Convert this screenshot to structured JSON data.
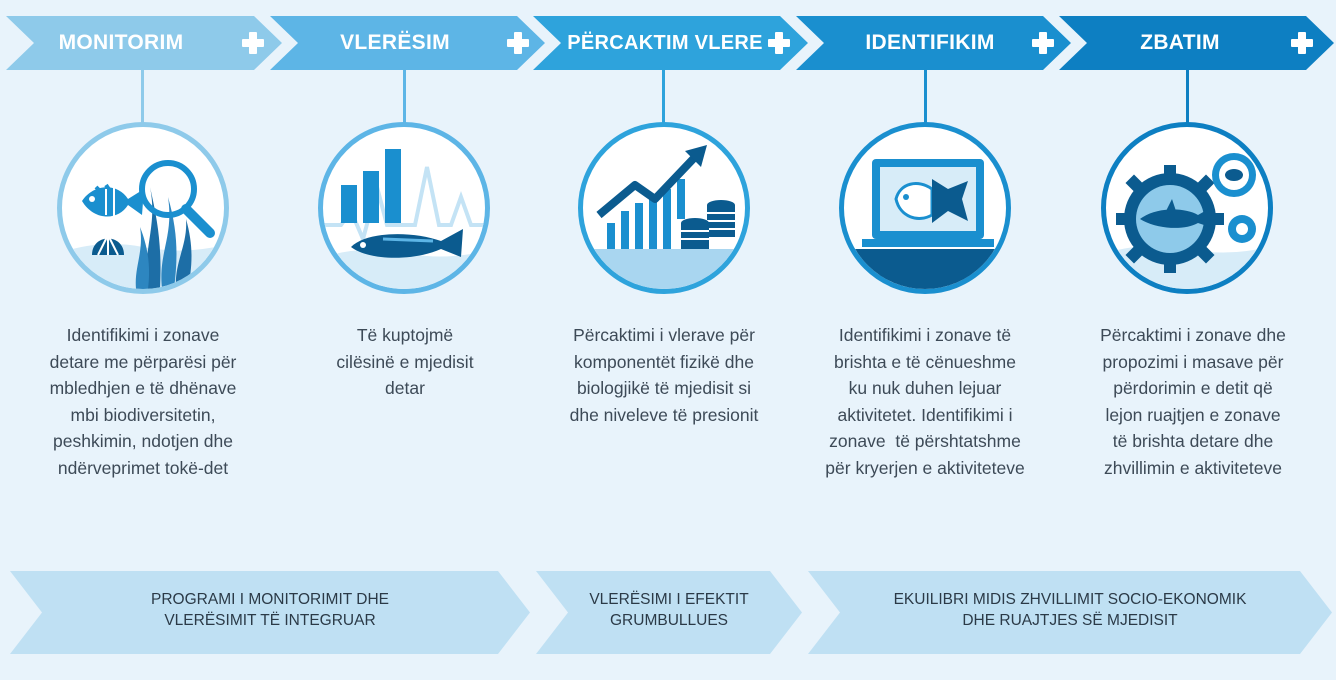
{
  "colors": {
    "background": "#e8f3fb",
    "step_1": "#8ecaea",
    "step_2": "#5db5e6",
    "step_3": "#2ea3dc",
    "step_4": "#1a8fcf",
    "step_5": "#0d7fc2",
    "icon_dark": "#0b5b8f",
    "band": "#bfe0f3"
  },
  "steps": [
    {
      "title": "MONITORIM",
      "icon": "fish-magnifier-icon",
      "description": [
        "Identifikimi i zonave",
        "detare me përparësi për",
        "mbledhjen e të dhënave",
        "mbi biodiversitetin,",
        "peshkimin, ndotjen dhe",
        "ndërveprimet tokë-det"
      ]
    },
    {
      "title": "VLERËSIM",
      "icon": "fish-chart-icon",
      "description": [
        "Të kuptojmë",
        "cilësinë e mjedisit",
        "detar"
      ]
    },
    {
      "title": "PËRCAKTIM VLERE",
      "icon": "growth-chart-coins-icon",
      "description": [
        "Përcaktimi i vlerave për",
        "komponentët fizikë dhe",
        "biologjikë të mjedisit si",
        "dhe niveleve të presionit"
      ]
    },
    {
      "title": "IDENTIFIKIM",
      "icon": "laptop-fish-icon",
      "description": [
        "Identifikimi i zonave të",
        "brishta e të cënueshme",
        "ku nuk duhen lejuar",
        "aktivitetet. Identifikimi i",
        "zonave  të përshtatshme",
        "për kryerjen e aktiviteteve"
      ]
    },
    {
      "title": "ZBATIM",
      "icon": "gears-shark-turtle-icon",
      "description": [
        "Përcaktimi i zonave dhe",
        "propozimi i masave për",
        "përdorimin e detit që",
        "lejon ruajtjen e zonave",
        "të brishta detare dhe",
        "zhvillimin e aktiviteteve"
      ]
    }
  ],
  "bands": [
    {
      "lines": [
        "PROGRAMI I MONITORIMIT DHE",
        "VLERËSIMIT TË INTEGRUAR"
      ]
    },
    {
      "lines": [
        "VLERËSIMI I EFEKTIT",
        "GRUMBULLUES"
      ]
    },
    {
      "lines": [
        "EKUILIBRI MIDIS ZHVILLIMIT SOCIO-EKONOMIK",
        "DHE RUAJTJES SË MJEDISIT"
      ]
    }
  ]
}
